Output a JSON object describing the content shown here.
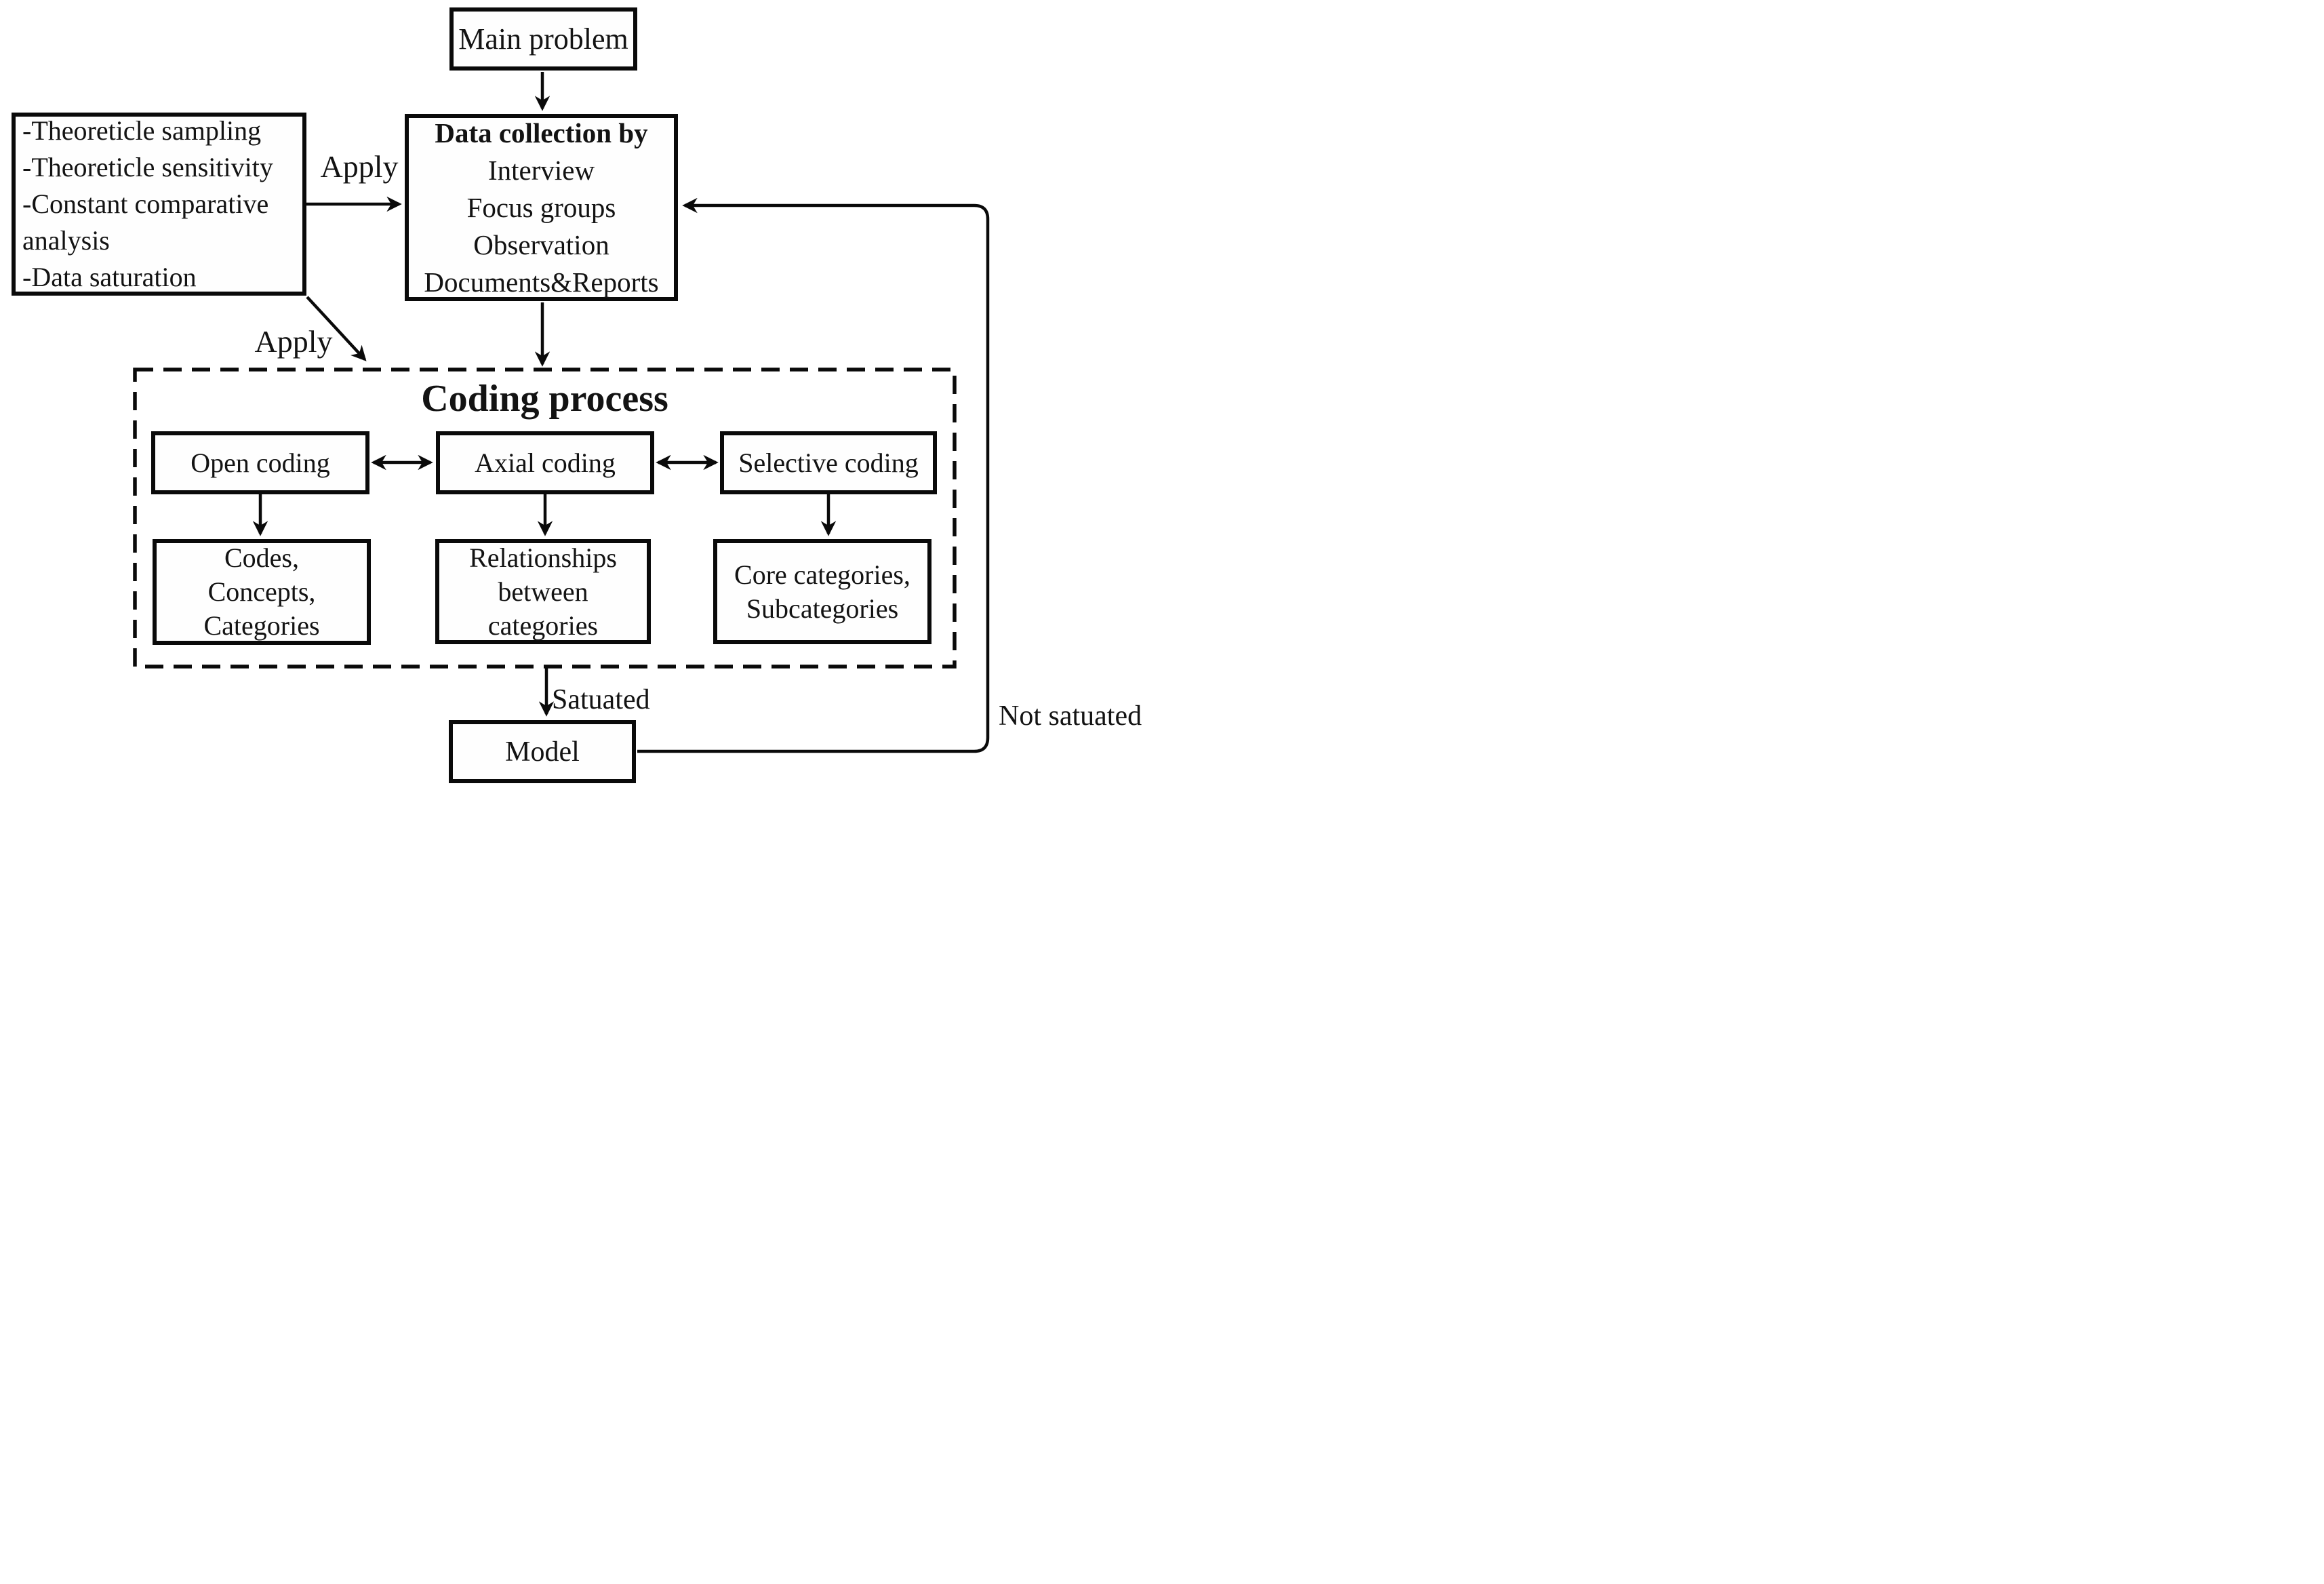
{
  "diagram": {
    "title_hint": "Grounded theory process flowchart",
    "main_problem": "Main problem",
    "data_collection": {
      "heading": "Data collection by",
      "methods": [
        "Interview",
        "Focus groups",
        "Observation",
        "Documents&Reports"
      ]
    },
    "principles": {
      "lines": [
        "-Theoreticle sampling",
        "-Theoreticle sensitivity",
        "-Constant comparative",
        "analysis",
        "-Data saturation"
      ]
    },
    "apply_label_top": "Apply",
    "apply_label_diagonal": "Apply",
    "coding_process": {
      "title": "Coding process",
      "stages": [
        {
          "label": "Open coding",
          "output": [
            "Codes,",
            "Concepts,",
            "Categories"
          ]
        },
        {
          "label": "Axial coding",
          "output": [
            "Relationships",
            "between",
            "categories"
          ]
        },
        {
          "label": "Selective coding",
          "output": [
            "Core categories,",
            "Subcategories"
          ]
        }
      ]
    },
    "saturated_label": "Satuated",
    "model": "Model",
    "not_saturated_label": "Not satuated",
    "colors": {
      "ink": "#0a0a0a",
      "background": "#ffffff"
    }
  }
}
